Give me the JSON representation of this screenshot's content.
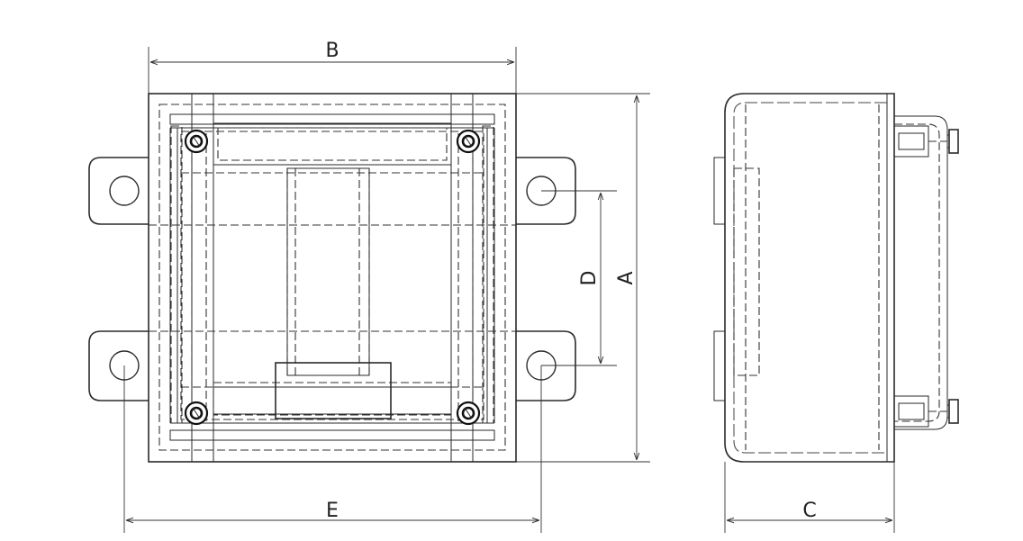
{
  "diagram": {
    "labels": {
      "width": "B",
      "height": "A",
      "depth": "C",
      "mount_hole_spacing_vertical": "D",
      "mount_hole_spacing_horizontal": "E"
    },
    "line_color": "#2a2a2a",
    "background": "#ffffff"
  }
}
